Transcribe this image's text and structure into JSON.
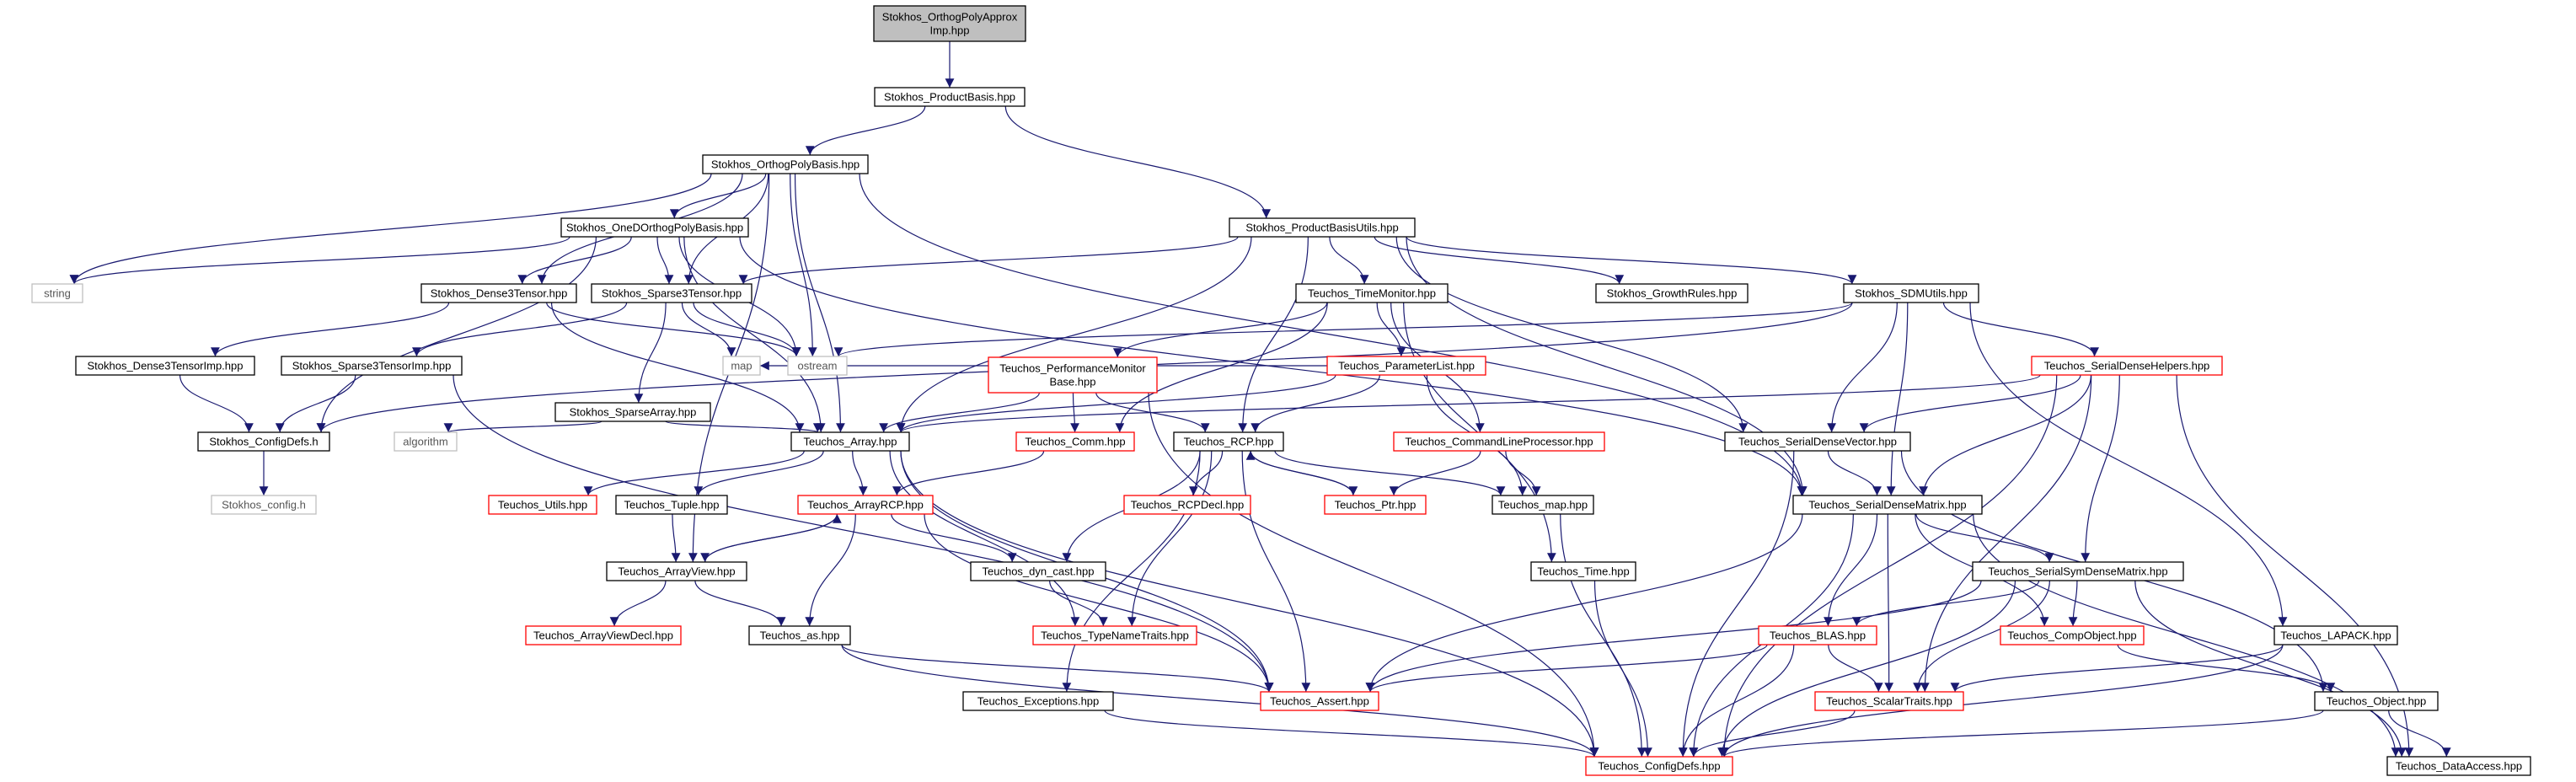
{
  "colors": {
    "edge": "#191970",
    "border_black": "#000000",
    "border_red": "#ff0000",
    "border_gray": "#bfbfbf",
    "root_fill": "#bfbfbf",
    "node_fill": "#ffffff"
  },
  "nodes": [
    {
      "id": "root",
      "lines": [
        "Stokhos_OrthogPolyApprox",
        "Imp.hpp"
      ],
      "style": "root"
    },
    {
      "id": "productbasis",
      "lines": [
        "Stokhos_ProductBasis.hpp"
      ],
      "style": "black"
    },
    {
      "id": "orthogpolybasis",
      "lines": [
        "Stokhos_OrthogPolyBasis.hpp"
      ],
      "style": "black"
    },
    {
      "id": "productbasisutils",
      "lines": [
        "Stokhos_ProductBasisUtils.hpp"
      ],
      "style": "black"
    },
    {
      "id": "onedorthog",
      "lines": [
        "Stokhos_OneDOrthogPolyBasis.hpp"
      ],
      "style": "black"
    },
    {
      "id": "string",
      "lines": [
        "string"
      ],
      "style": "gray"
    },
    {
      "id": "dense3tensor",
      "lines": [
        "Stokhos_Dense3Tensor.hpp"
      ],
      "style": "black"
    },
    {
      "id": "sparse3tensor",
      "lines": [
        "Stokhos_Sparse3Tensor.hpp"
      ],
      "style": "black"
    },
    {
      "id": "timemonitor",
      "lines": [
        "Teuchos_TimeMonitor.hpp"
      ],
      "style": "black"
    },
    {
      "id": "growthrules",
      "lines": [
        "Stokhos_GrowthRules.hpp"
      ],
      "style": "black"
    },
    {
      "id": "sdmutils",
      "lines": [
        "Stokhos_SDMUtils.hpp"
      ],
      "style": "black"
    },
    {
      "id": "dense3tensorimp",
      "lines": [
        "Stokhos_Dense3TensorImp.hpp"
      ],
      "style": "black"
    },
    {
      "id": "sparse3tensorimp",
      "lines": [
        "Stokhos_Sparse3TensorImp.hpp"
      ],
      "style": "black"
    },
    {
      "id": "map",
      "lines": [
        "map"
      ],
      "style": "gray"
    },
    {
      "id": "ostream",
      "lines": [
        "ostream"
      ],
      "style": "gray"
    },
    {
      "id": "perfmonitor",
      "lines": [
        "Teuchos_PerformanceMonitor",
        "Base.hpp"
      ],
      "style": "red"
    },
    {
      "id": "parameterlist",
      "lines": [
        "Teuchos_ParameterList.hpp"
      ],
      "style": "red"
    },
    {
      "id": "serialdensehelpers",
      "lines": [
        "Teuchos_SerialDenseHelpers.hpp"
      ],
      "style": "red"
    },
    {
      "id": "sparsearray",
      "lines": [
        "Stokhos_SparseArray.hpp"
      ],
      "style": "black"
    },
    {
      "id": "configdefs_h",
      "lines": [
        "Stokhos_ConfigDefs.h"
      ],
      "style": "black"
    },
    {
      "id": "algorithm",
      "lines": [
        "algorithm"
      ],
      "style": "gray"
    },
    {
      "id": "array",
      "lines": [
        "Teuchos_Array.hpp"
      ],
      "style": "black"
    },
    {
      "id": "comm",
      "lines": [
        "Teuchos_Comm.hpp"
      ],
      "style": "red"
    },
    {
      "id": "rcp",
      "lines": [
        "Teuchos_RCP.hpp"
      ],
      "style": "black"
    },
    {
      "id": "cmdline",
      "lines": [
        "Teuchos_CommandLineProcessor.hpp"
      ],
      "style": "red"
    },
    {
      "id": "serialdensevector",
      "lines": [
        "Teuchos_SerialDenseVector.hpp"
      ],
      "style": "black"
    },
    {
      "id": "stokhosconfig",
      "lines": [
        "Stokhos_config.h"
      ],
      "style": "gray"
    },
    {
      "id": "utils",
      "lines": [
        "Teuchos_Utils.hpp"
      ],
      "style": "red"
    },
    {
      "id": "tuple",
      "lines": [
        "Teuchos_Tuple.hpp"
      ],
      "style": "black"
    },
    {
      "id": "arrayrcp",
      "lines": [
        "Teuchos_ArrayRCP.hpp"
      ],
      "style": "red"
    },
    {
      "id": "rcpdecl",
      "lines": [
        "Teuchos_RCPDecl.hpp"
      ],
      "style": "red"
    },
    {
      "id": "ptr",
      "lines": [
        "Teuchos_Ptr.hpp"
      ],
      "style": "red"
    },
    {
      "id": "tmap",
      "lines": [
        "Teuchos_map.hpp"
      ],
      "style": "black"
    },
    {
      "id": "serialdensematrix",
      "lines": [
        "Teuchos_SerialDenseMatrix.hpp"
      ],
      "style": "black"
    },
    {
      "id": "arrayview",
      "lines": [
        "Teuchos_ArrayView.hpp"
      ],
      "style": "black"
    },
    {
      "id": "dyncast",
      "lines": [
        "Teuchos_dyn_cast.hpp"
      ],
      "style": "black"
    },
    {
      "id": "ttime",
      "lines": [
        "Teuchos_Time.hpp"
      ],
      "style": "black"
    },
    {
      "id": "serialsymdense",
      "lines": [
        "Teuchos_SerialSymDenseMatrix.hpp"
      ],
      "style": "black"
    },
    {
      "id": "arrayviewdecl",
      "lines": [
        "Teuchos_ArrayViewDecl.hpp"
      ],
      "style": "red"
    },
    {
      "id": "as",
      "lines": [
        "Teuchos_as.hpp"
      ],
      "style": "black"
    },
    {
      "id": "typenametraits",
      "lines": [
        "Teuchos_TypeNameTraits.hpp"
      ],
      "style": "red"
    },
    {
      "id": "blas",
      "lines": [
        "Teuchos_BLAS.hpp"
      ],
      "style": "red"
    },
    {
      "id": "compobject",
      "lines": [
        "Teuchos_CompObject.hpp"
      ],
      "style": "red"
    },
    {
      "id": "lapack",
      "lines": [
        "Teuchos_LAPACK.hpp"
      ],
      "style": "black"
    },
    {
      "id": "exceptions",
      "lines": [
        "Teuchos_Exceptions.hpp"
      ],
      "style": "black"
    },
    {
      "id": "assert",
      "lines": [
        "Teuchos_Assert.hpp"
      ],
      "style": "red"
    },
    {
      "id": "scalartraits",
      "lines": [
        "Teuchos_ScalarTraits.hpp"
      ],
      "style": "red"
    },
    {
      "id": "object",
      "lines": [
        "Teuchos_Object.hpp"
      ],
      "style": "black"
    },
    {
      "id": "configdefs_hpp",
      "lines": [
        "Teuchos_ConfigDefs.hpp"
      ],
      "style": "red"
    },
    {
      "id": "dataaccess",
      "lines": [
        "Teuchos_DataAccess.hpp"
      ],
      "style": "black"
    }
  ],
  "edges": [
    [
      "root",
      "productbasis"
    ],
    [
      "productbasis",
      "orthogpolybasis"
    ],
    [
      "productbasis",
      "productbasisutils"
    ],
    [
      "orthogpolybasis",
      "onedorthog"
    ],
    [
      "orthogpolybasis",
      "string"
    ],
    [
      "orthogpolybasis",
      "dense3tensor"
    ],
    [
      "orthogpolybasis",
      "sparse3tensor"
    ],
    [
      "orthogpolybasis",
      "ostream"
    ],
    [
      "orthogpolybasis",
      "array"
    ],
    [
      "orthogpolybasis",
      "arrayview"
    ],
    [
      "orthogpolybasis",
      "serialdensematrix"
    ],
    [
      "onedorthog",
      "string"
    ],
    [
      "onedorthog",
      "dense3tensor"
    ],
    [
      "onedorthog",
      "sparse3tensor"
    ],
    [
      "onedorthog",
      "ostream"
    ],
    [
      "onedorthog",
      "array"
    ],
    [
      "onedorthog",
      "configdefs_h"
    ],
    [
      "onedorthog",
      "serialdensematrix"
    ],
    [
      "productbasisutils",
      "sparse3tensor"
    ],
    [
      "productbasisutils",
      "timemonitor"
    ],
    [
      "productbasisutils",
      "growthrules"
    ],
    [
      "productbasisutils",
      "sdmutils"
    ],
    [
      "productbasisutils",
      "array"
    ],
    [
      "productbasisutils",
      "rcp"
    ],
    [
      "productbasisutils",
      "serialdensevector"
    ],
    [
      "productbasisutils",
      "serialdensematrix"
    ],
    [
      "dense3tensor",
      "dense3tensorimp"
    ],
    [
      "dense3tensor",
      "ostream"
    ],
    [
      "dense3tensor",
      "array"
    ],
    [
      "sparse3tensor",
      "sparse3tensorimp"
    ],
    [
      "sparse3tensor",
      "map"
    ],
    [
      "sparse3tensor",
      "ostream"
    ],
    [
      "sparse3tensor",
      "sparsearray"
    ],
    [
      "sparse3tensorimp",
      "configdefs_h"
    ],
    [
      "sparse3tensorimp",
      "assert"
    ],
    [
      "dense3tensorimp",
      "configdefs_h"
    ],
    [
      "sparsearray",
      "algorithm"
    ],
    [
      "sparsearray",
      "array"
    ],
    [
      "configdefs_h",
      "stokhosconfig"
    ],
    [
      "timemonitor",
      "perfmonitor"
    ],
    [
      "timemonitor",
      "parameterlist"
    ],
    [
      "timemonitor",
      "cmdline"
    ],
    [
      "timemonitor",
      "ttime"
    ],
    [
      "timemonitor",
      "comm"
    ],
    [
      "sdmutils",
      "ostream"
    ],
    [
      "sdmutils",
      "serialdensehelpers"
    ],
    [
      "sdmutils",
      "serialdensevector"
    ],
    [
      "sdmutils",
      "serialdensematrix"
    ],
    [
      "sdmutils",
      "lapack"
    ],
    [
      "sdmutils",
      "configdefs_h"
    ],
    [
      "perfmonitor",
      "array"
    ],
    [
      "perfmonitor",
      "comm"
    ],
    [
      "perfmonitor",
      "rcp"
    ],
    [
      "perfmonitor",
      "configdefs_hpp"
    ],
    [
      "parameterlist",
      "array"
    ],
    [
      "parameterlist",
      "rcp"
    ],
    [
      "parameterlist",
      "tmap"
    ],
    [
      "parameterlist",
      "map"
    ],
    [
      "serialdensehelpers",
      "serialdensevector"
    ],
    [
      "serialdensehelpers",
      "serialdensematrix"
    ],
    [
      "serialdensehelpers",
      "serialsymdense"
    ],
    [
      "serialdensehelpers",
      "scalartraits"
    ],
    [
      "serialdensehelpers",
      "dataaccess"
    ],
    [
      "serialdensehelpers",
      "configdefs_hpp"
    ],
    [
      "serialdensehelpers",
      "array"
    ],
    [
      "array",
      "utils"
    ],
    [
      "array",
      "tuple"
    ],
    [
      "array",
      "arrayrcp"
    ],
    [
      "array",
      "assert"
    ],
    [
      "array",
      "typenametraits"
    ],
    [
      "array",
      "configdefs_hpp"
    ],
    [
      "comm",
      "arrayrcp"
    ],
    [
      "rcp",
      "rcpdecl"
    ],
    [
      "rcp",
      "ptr"
    ],
    [
      "rcp",
      "dyncast"
    ],
    [
      "rcp",
      "exceptions"
    ],
    [
      "rcp",
      "tmap"
    ],
    [
      "rcp",
      "assert"
    ],
    [
      "rcp",
      "typenametraits"
    ],
    [
      "ptr",
      "rcp"
    ],
    [
      "cmdline",
      "ptr"
    ],
    [
      "cmdline",
      "tmap"
    ],
    [
      "serialdensevector",
      "serialdensematrix"
    ],
    [
      "serialdensevector",
      "object"
    ],
    [
      "serialdensevector",
      "configdefs_hpp"
    ],
    [
      "tuple",
      "arrayview"
    ],
    [
      "arrayrcp",
      "arrayview"
    ],
    [
      "arrayrcp",
      "dyncast"
    ],
    [
      "arrayrcp",
      "as"
    ],
    [
      "arrayrcp",
      "assert"
    ],
    [
      "arrayview",
      "arrayrcp"
    ],
    [
      "arrayview",
      "arrayviewdecl"
    ],
    [
      "arrayview",
      "as"
    ],
    [
      "tmap",
      "configdefs_hpp"
    ],
    [
      "serialdensematrix",
      "serialsymdense"
    ],
    [
      "serialdensematrix",
      "blas"
    ],
    [
      "serialdensematrix",
      "compobject"
    ],
    [
      "serialdensematrix",
      "scalartraits"
    ],
    [
      "serialdensematrix",
      "assert"
    ],
    [
      "serialdensematrix",
      "dataaccess"
    ],
    [
      "serialdensematrix",
      "configdefs_hpp"
    ],
    [
      "dyncast",
      "typenametraits"
    ],
    [
      "ttime",
      "configdefs_hpp"
    ],
    [
      "serialsymdense",
      "blas"
    ],
    [
      "serialsymdense",
      "compobject"
    ],
    [
      "serialsymdense",
      "scalartraits"
    ],
    [
      "serialsymdense",
      "assert"
    ],
    [
      "serialsymdense",
      "dataaccess"
    ],
    [
      "serialsymdense",
      "configdefs_hpp"
    ],
    [
      "as",
      "assert"
    ],
    [
      "as",
      "configdefs_hpp"
    ],
    [
      "blas",
      "scalartraits"
    ],
    [
      "blas",
      "assert"
    ],
    [
      "blas",
      "configdefs_hpp"
    ],
    [
      "compobject",
      "object"
    ],
    [
      "lapack",
      "scalartraits"
    ],
    [
      "lapack",
      "configdefs_hpp"
    ],
    [
      "exceptions",
      "configdefs_hpp"
    ],
    [
      "scalartraits",
      "configdefs_hpp"
    ],
    [
      "object",
      "dataaccess"
    ],
    [
      "object",
      "configdefs_hpp"
    ]
  ]
}
